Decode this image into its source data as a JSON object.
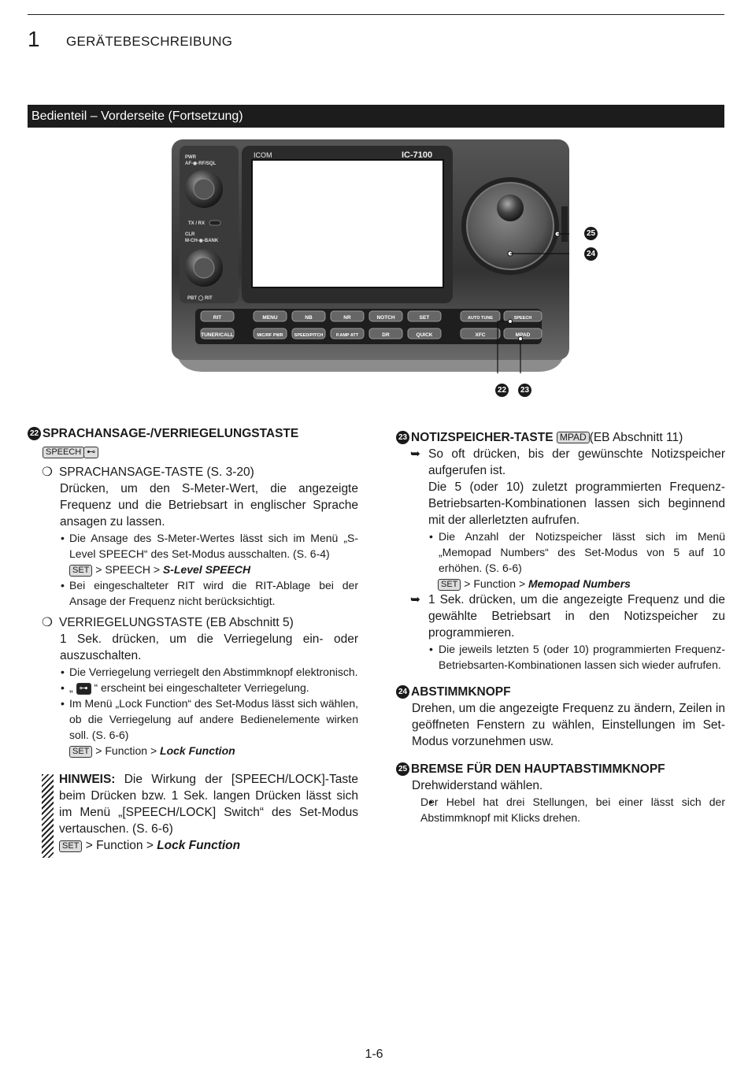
{
  "header": {
    "chapter_number": "1",
    "chapter_title": "GERÄTEBESCHREIBUNG"
  },
  "banner": "Bedienteil – Vorderseite (Fortsetzung)",
  "device": {
    "brand": "ICOM",
    "model": "IC-7100",
    "labels": {
      "pwr": "PWR",
      "af_rf_sql": "AF-◉-RF/SQL",
      "txrx": "TX / RX",
      "clr": "CLR",
      "mch_bank": "M-CH-◉-BANK",
      "pbt_rit": "PBT ◯ RIT",
      "rit": "RIT",
      "tuner_call": "TUNER/CALL",
      "menu": "MENU",
      "nb": "NB",
      "nr": "NR",
      "notch": "NOTCH",
      "set": "SET",
      "mic_rf_pwr": "MIC/RF PWR",
      "speed_pitch": "SPEED/PITCH",
      "pamp_att": "P.AMP ATT",
      "dr": "DR",
      "quick": "QUICK",
      "auto_tune": "AUTO TUNE",
      "speech": "SPEECH",
      "xfc": "XFC",
      "mpad": "MPAD"
    },
    "callouts": {
      "c22": "22",
      "c23": "23",
      "c24": "24",
      "c25": "25"
    }
  },
  "left": {
    "s22_num": "22",
    "s22_title": "SPRACHANSAGE-/VERRIEGELUNGSTASTE",
    "s22_key": "SPEECH",
    "speech_head": "SPRACHANSAGE-TASTE (S. 3-20)",
    "speech_p1": "Drücken, um den S-Meter-Wert, die angezeigte Frequenz und die Betriebsart in englischer Sprache ansagen zu lassen.",
    "speech_b1": "Die Ansage des S-Meter-Wertes lässt sich im Menü „S-Level SPEECH“ des Set-Modus ausschalten. (S. 6-4)",
    "speech_set_key": "SET",
    "speech_set_path": " > SPEECH > ",
    "speech_set_item": "S-Level SPEECH",
    "speech_b2": "Bei eingeschalteter RIT wird die RIT-Ablage bei der Ansage der Frequenz nicht berücksichtigt.",
    "lock_head": "VERRIEGELUNGSTASTE (EB Abschnitt 5)",
    "lock_p1": "1 Sek. drücken, um die Verriegelung ein- oder auszuschalten.",
    "lock_b1": "Die Verriegelung verriegelt den Abstimmknopf elektronisch.",
    "lock_b2_pre": "„",
    "lock_b2_post": "“ erscheint bei eingeschalteter Verriegelung.",
    "lock_b3": "Im Menü „Lock Function“ des Set-Modus lässt sich wählen, ob die Verriegelung auf andere Bedienelemente wirken soll. (S. 6-6)",
    "lock_set_key": "SET",
    "lock_set_path": " > Function > ",
    "lock_set_item": "Lock Function",
    "note_label": "HINWEIS:",
    "note_text": " Die Wirkung der [SPEECH/LOCK]-Taste beim Drücken bzw. 1 Sek. langen Drücken lässt sich im Menü „[SPEECH/LOCK] Switch“ des Set-Modus vertauschen. (S. 6-6)",
    "note_set_key": "SET",
    "note_set_path": " > Function > ",
    "note_set_item": "Lock Function"
  },
  "right": {
    "s23_num": "23",
    "s23_title": "NOTIZSPEICHER-TASTE",
    "s23_key": "MPAD",
    "s23_ref": " (EB Abschnitt 11)",
    "a1": "So oft drücken, bis der gewünschte Notizspeicher aufgerufen ist.",
    "a1_p2": "Die 5 (oder 10) zuletzt programmierten Frequenz-Betriebsarten-Kombinationen lassen sich beginnend mit der allerletzten aufrufen.",
    "a1_b1": "Die Anzahl der Notizspeicher lässt sich im Menü „Memopad Numbers“ des Set-Modus von 5 auf 10 erhöhen. (S. 6-6)",
    "a1_set_key": "SET",
    "a1_set_path": " > Function > ",
    "a1_set_item": "Memopad Numbers",
    "a2": "1 Sek. drücken, um die angezeigte Frequenz und die gewählte Betriebsart in den Notizspeicher zu programmieren.",
    "a2_b1": "Die jeweils letzten 5 (oder 10) programmierten Frequenz-Betriebsarten-Kombinationen lassen sich wieder aufrufen.",
    "s24_num": "24",
    "s24_title": "ABSTIMMKNOPF",
    "s24_text": "Drehen, um die angezeigte Frequenz zu ändern, Zeilen in geöffneten Fenstern zu wählen, Einstellungen im Set-Modus vorzunehmen usw.",
    "s25_num": "25",
    "s25_title": "BREMSE FÜR DEN HAUPTABSTIMMKNOPF",
    "s25_text": "Drehwiderstand wählen.",
    "s25_b1": "Der Hebel hat drei Stellungen, bei einer lässt sich der Abstimmknopf mit Klicks drehen."
  },
  "page_number": "1-6"
}
